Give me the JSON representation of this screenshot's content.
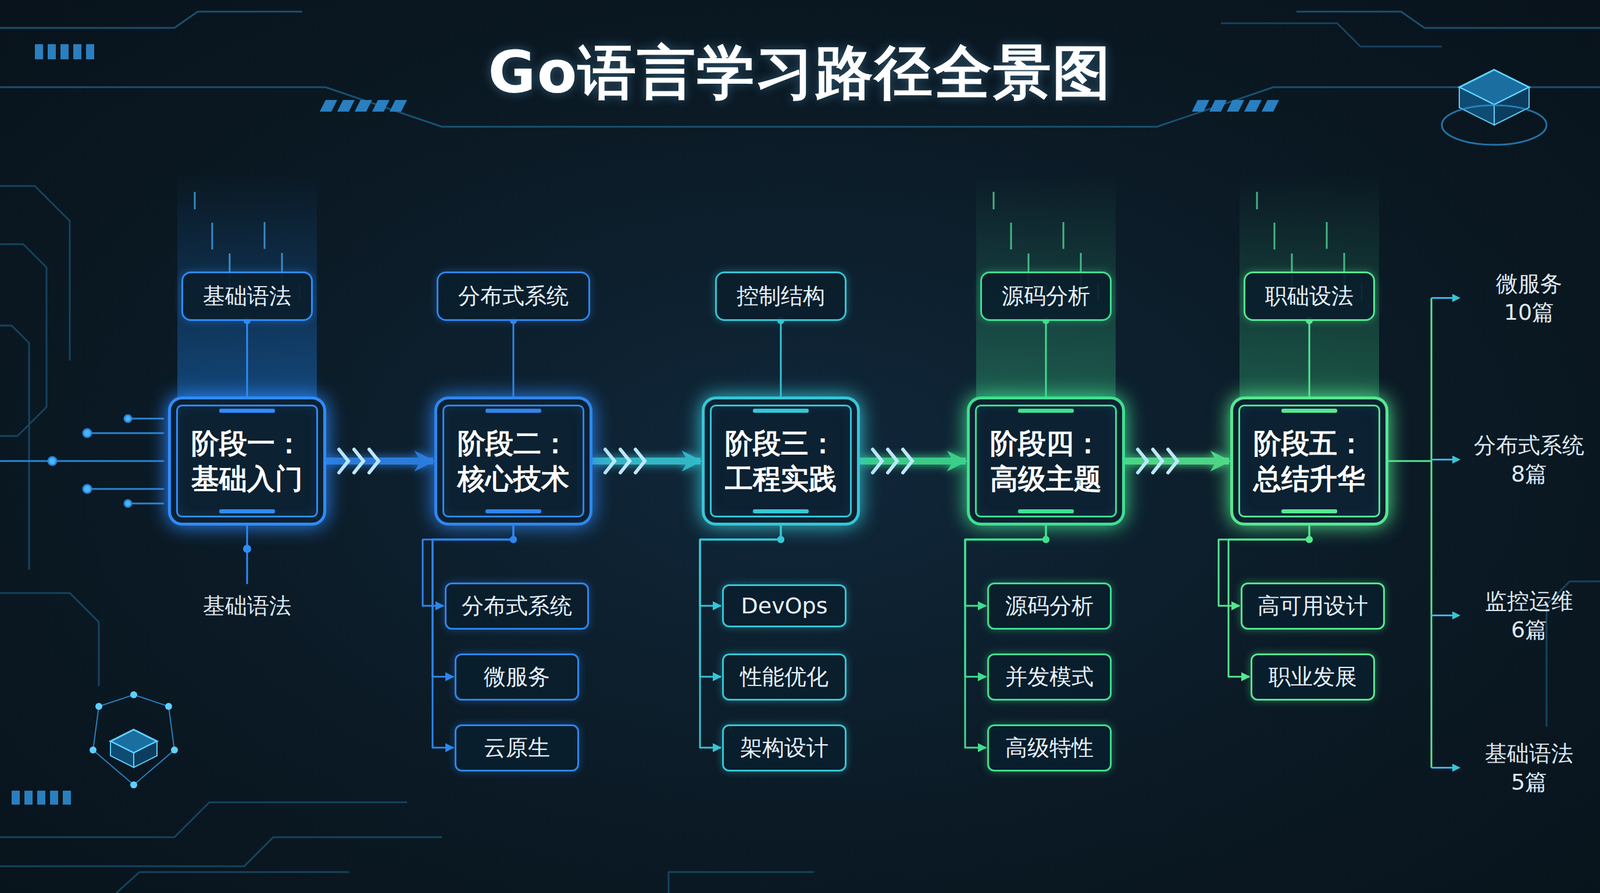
{
  "diagram": {
    "title": "Go语言学习路径全景图",
    "nodes": [
      {
        "text": [
          "基础语法"
        ]
      },
      {
        "text": [
          "阶段一：",
          "基础入门"
        ]
      },
      {
        "text": [
          "分布式系统"
        ]
      },
      {
        "text": [
          "阶段二：",
          "核心技术"
        ]
      },
      {
        "text": [
          "分布式系统"
        ]
      },
      {
        "text": [
          "微服务"
        ]
      },
      {
        "text": [
          "云原生"
        ]
      },
      {
        "text": [
          "控制结构"
        ]
      },
      {
        "text": [
          "阶段三：",
          "工程实践"
        ]
      },
      {
        "text": [
          "DevOps"
        ]
      },
      {
        "text": [
          "性能优化"
        ]
      },
      {
        "text": [
          "架构设计"
        ]
      },
      {
        "text": [
          "源码分析"
        ]
      },
      {
        "text": [
          "阶段四：",
          "高级主题"
        ]
      },
      {
        "text": [
          "源码分析"
        ]
      },
      {
        "text": [
          "并发模式"
        ]
      },
      {
        "text": [
          "高级特性"
        ]
      },
      {
        "text": [
          "职础设法"
        ]
      },
      {
        "text": [
          "阶段五：",
          "总结升华"
        ]
      },
      {
        "text": [
          "高可用设计"
        ]
      },
      {
        "text": [
          "职业发展"
        ]
      }
    ],
    "edges": [
      {
        "from": 0,
        "to": 1,
        "arrow": "none"
      },
      {
        "from": 2,
        "to": 3,
        "arrow": "none"
      },
      {
        "from": 7,
        "to": 8,
        "arrow": "none"
      },
      {
        "from": 12,
        "to": 13,
        "arrow": "none"
      },
      {
        "from": 17,
        "to": 18,
        "arrow": "none"
      },
      {
        "from": 1,
        "to": 3,
        "arrow": "to"
      },
      {
        "from": 3,
        "to": 8,
        "arrow": "to"
      },
      {
        "from": 8,
        "to": 13,
        "arrow": "to"
      },
      {
        "from": 13,
        "to": 18,
        "arrow": "to"
      },
      {
        "from": 3,
        "to": 4,
        "arrow": "to"
      },
      {
        "from": 3,
        "to": 5,
        "arrow": "to"
      },
      {
        "from": 3,
        "to": 6,
        "arrow": "to"
      },
      {
        "from": 8,
        "to": 9,
        "arrow": "to"
      },
      {
        "from": 8,
        "to": 10,
        "arrow": "to"
      },
      {
        "from": 8,
        "to": 11,
        "arrow": "to"
      },
      {
        "from": 13,
        "to": 14,
        "arrow": "to"
      },
      {
        "from": 13,
        "to": 15,
        "arrow": "to"
      },
      {
        "from": 13,
        "to": 16,
        "arrow": "to"
      },
      {
        "from": 18,
        "to": 19,
        "arrow": "to"
      },
      {
        "from": 18,
        "to": 20,
        "arrow": "to"
      }
    ],
    "labels": [
      "基础语法",
      "微服务",
      "10篇",
      "分布式系统",
      "8篇",
      "监控运维",
      "6篇",
      "基础语法",
      "5篇"
    ]
  }
}
